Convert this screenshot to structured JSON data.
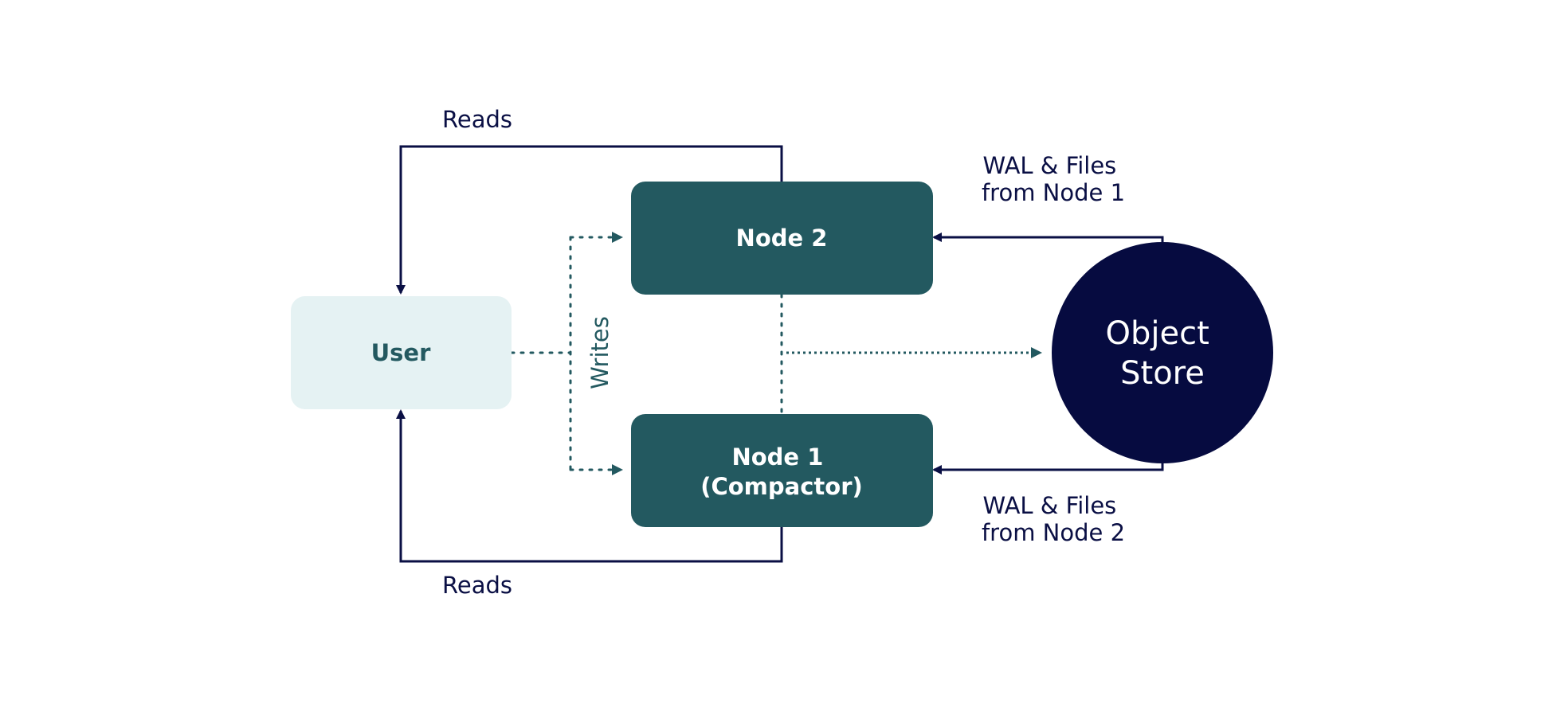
{
  "nodes": {
    "user": {
      "label": "User"
    },
    "node2": {
      "label": "Node 2"
    },
    "node1": {
      "line1": "Node 1",
      "line2": "(Compactor)"
    },
    "object_store": {
      "line1": "Object",
      "line2": "Store"
    }
  },
  "edges": {
    "reads_top": {
      "label": "Reads"
    },
    "reads_bottom": {
      "label": "Reads"
    },
    "writes": {
      "label": "Writes"
    },
    "wal_from_node1": {
      "line1": "WAL & Files",
      "line2": "from Node 1"
    },
    "wal_from_node2": {
      "line1": "WAL & Files",
      "line2": "from Node 2"
    }
  },
  "colors": {
    "dark_navy": "#0a0f44",
    "teal": "#235960",
    "light_teal": "#e5f2f3"
  }
}
